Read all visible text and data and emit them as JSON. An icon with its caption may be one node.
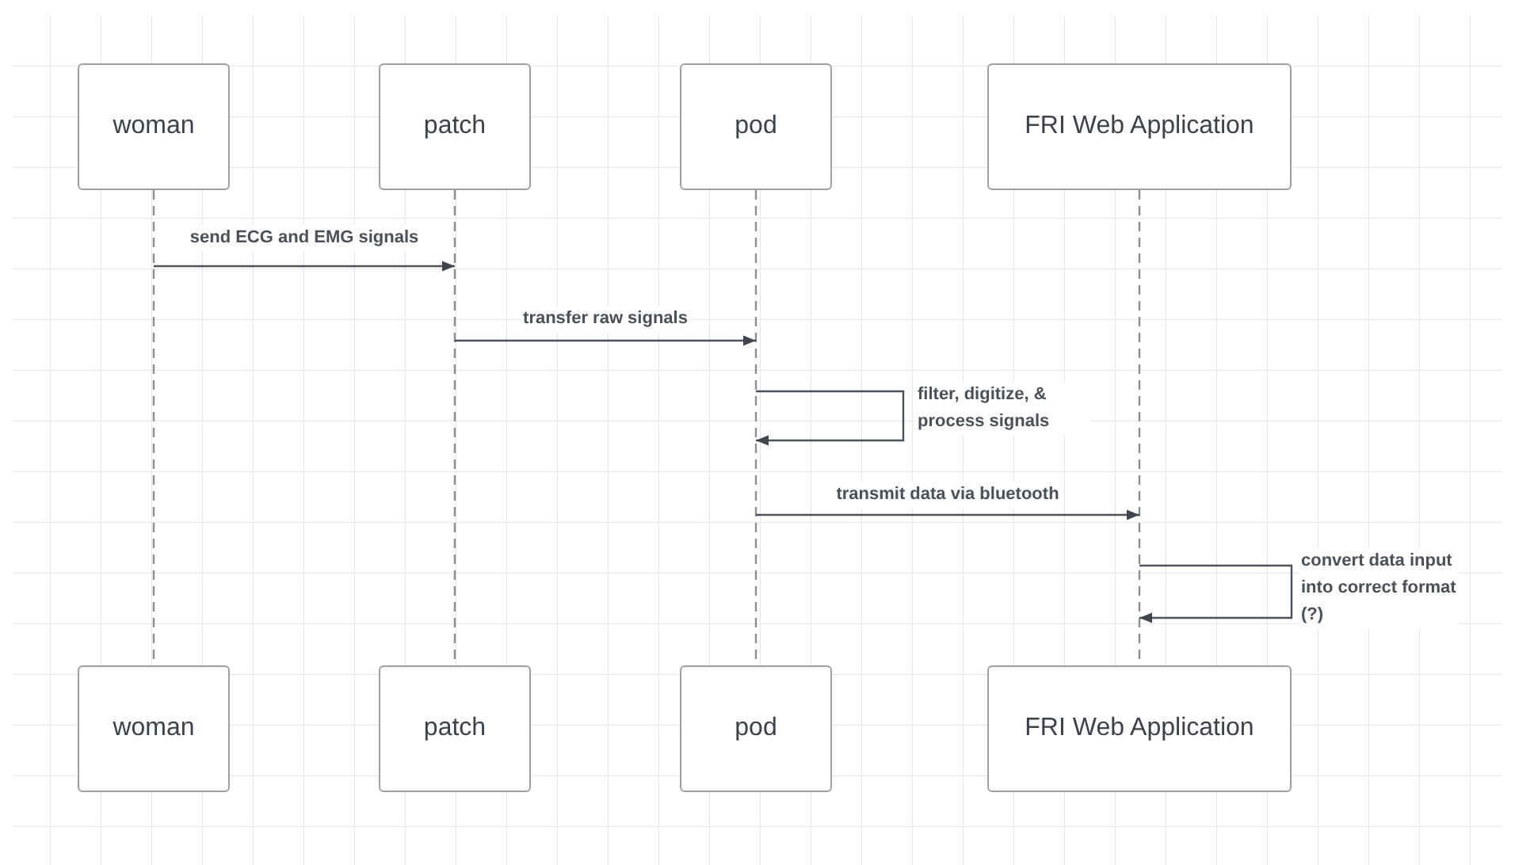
{
  "diagram": {
    "nodes": [
      {
        "text": [
          "woman"
        ]
      },
      {
        "text": [
          "patch"
        ]
      },
      {
        "text": [
          "pod"
        ]
      },
      {
        "text": [
          "FRI Web Application"
        ]
      },
      {
        "text": [
          "woman"
        ]
      },
      {
        "text": [
          "patch"
        ]
      },
      {
        "text": [
          "pod"
        ]
      },
      {
        "text": [
          "FRI Web Application"
        ]
      },
      {
        "text": [],
        "shape": "bar"
      },
      {
        "text": [],
        "shape": "bar"
      },
      {
        "text": [],
        "shape": "bar"
      },
      {
        "text": [],
        "shape": "bar"
      }
    ],
    "edges": [
      {
        "from": 8,
        "to": 9,
        "arrow": "to",
        "label": "send ECG and EMG signals"
      },
      {
        "from": 9,
        "to": 10,
        "arrow": "to",
        "label": "transfer raw signals"
      },
      {
        "from": 10,
        "to": 10,
        "arrow": "to",
        "label": "filter, digitize, & process signals"
      },
      {
        "from": 10,
        "to": 11,
        "arrow": "to",
        "label": "transmit data via bluetooth"
      },
      {
        "from": 11,
        "to": 11,
        "arrow": "to",
        "label": "convert data input into correct format (?)"
      }
    ]
  }
}
